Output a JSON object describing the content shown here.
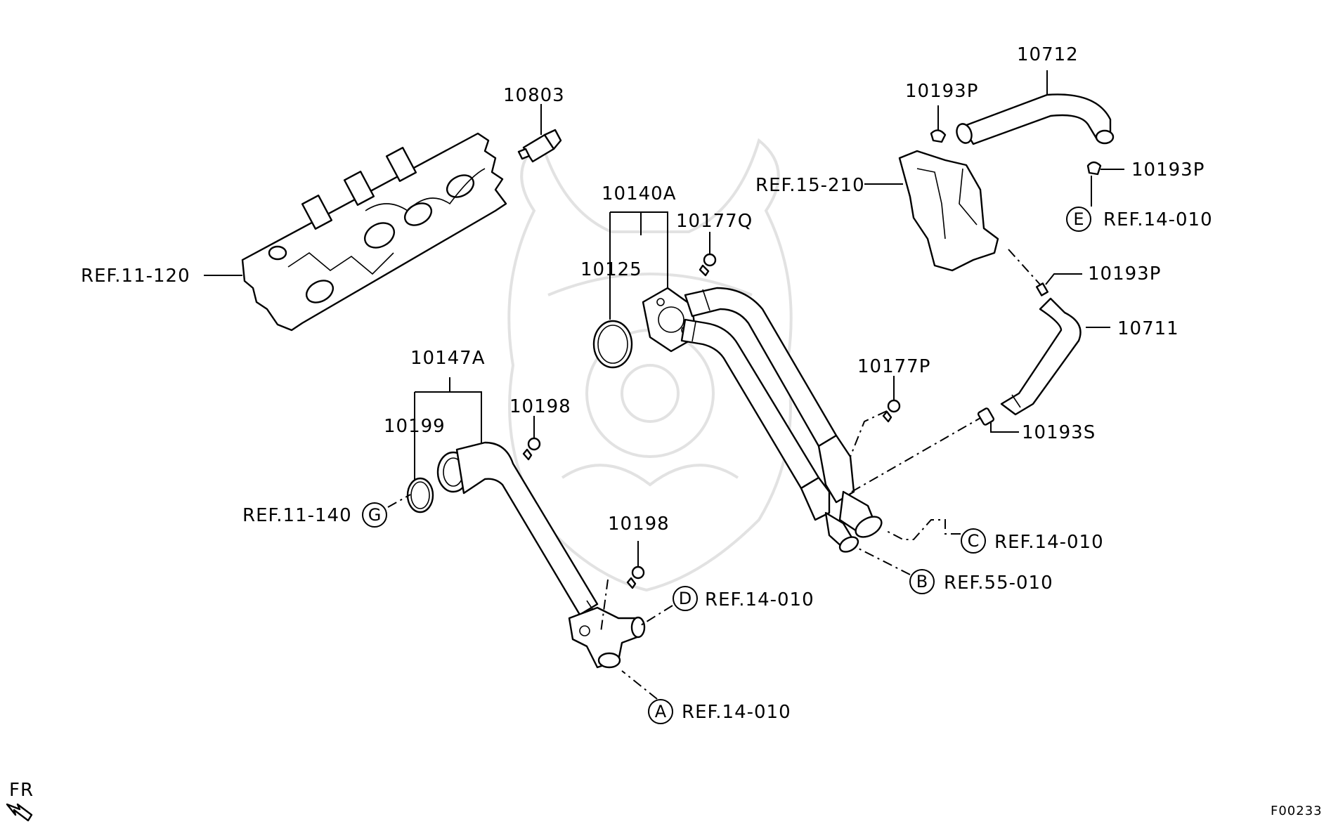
{
  "part_labels": {
    "p10803": "10803",
    "ref11_120": "REF.11-120",
    "p10140A": "10140A",
    "p10125": "10125",
    "p10177Q": "10177Q",
    "p10147A": "10147A",
    "p10199": "10199",
    "p10198a": "10198",
    "p10198b": "10198",
    "ref11_140": "REF.11-140",
    "p10177P": "10177P",
    "p10712": "10712",
    "p10193P_a": "10193P",
    "p10193P_b": "10193P",
    "p10193P_c": "10193P",
    "ref15_210": "REF.15-210",
    "p10711": "10711",
    "p10193S": "10193S"
  },
  "callouts": [
    {
      "letter": "E",
      "ref": "REF.14-010"
    },
    {
      "letter": "C",
      "ref": "REF.14-010"
    },
    {
      "letter": "B",
      "ref": "REF.55-010"
    },
    {
      "letter": "D",
      "ref": "REF.14-010"
    },
    {
      "letter": "A",
      "ref": "REF.14-010"
    },
    {
      "letter": "G",
      "ref": ""
    }
  ],
  "direction_label": "FR",
  "figure_code": "F00233"
}
